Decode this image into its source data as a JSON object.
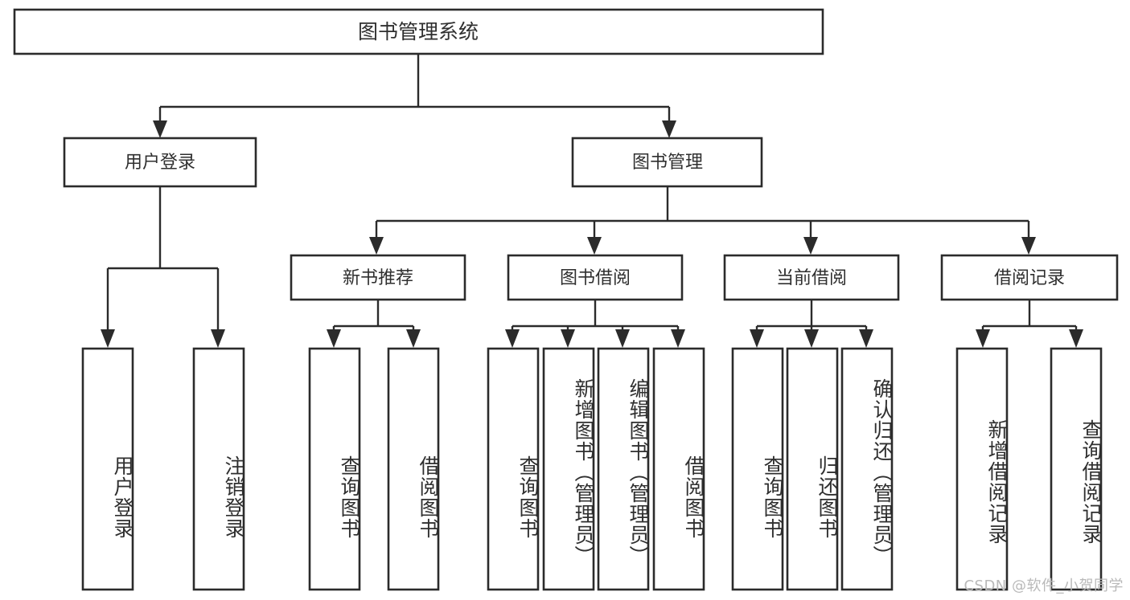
{
  "diagram": {
    "type": "tree",
    "title_node": "图书管理系统",
    "watermark": "CSDN @软件_小贺同学",
    "colors": {
      "stroke": "#2b2b2b",
      "text": "#2f2f2f",
      "background": "#ffffff",
      "watermark": "#b9b9b9"
    },
    "levels": {
      "root": {
        "label": "图书管理系统"
      },
      "level2": [
        {
          "label": "用户登录"
        },
        {
          "label": "图书管理"
        }
      ],
      "level3": [
        {
          "label": "新书推荐"
        },
        {
          "label": "图书借阅"
        },
        {
          "label": "当前借阅"
        },
        {
          "label": "借阅记录"
        }
      ],
      "leaves": [
        {
          "label": "用户登录",
          "parent": "用户登录"
        },
        {
          "label": "注销登录",
          "parent": "用户登录"
        },
        {
          "label": "查询图书",
          "parent": "新书推荐"
        },
        {
          "label": "借阅图书",
          "parent": "新书推荐"
        },
        {
          "label": "查询图书",
          "parent": "图书借阅"
        },
        {
          "label": "新增图书（管理员）",
          "parent": "图书借阅"
        },
        {
          "label": "编辑图书（管理员）",
          "parent": "图书借阅"
        },
        {
          "label": "借阅图书",
          "parent": "图书借阅"
        },
        {
          "label": "查询图书",
          "parent": "当前借阅"
        },
        {
          "label": "归还图书",
          "parent": "当前借阅"
        },
        {
          "label": "确认归还（管理员）",
          "parent": "当前借阅"
        },
        {
          "label": "新增借阅记录",
          "parent": "借阅记录"
        },
        {
          "label": "查询借阅记录",
          "parent": "借阅记录"
        }
      ]
    }
  }
}
